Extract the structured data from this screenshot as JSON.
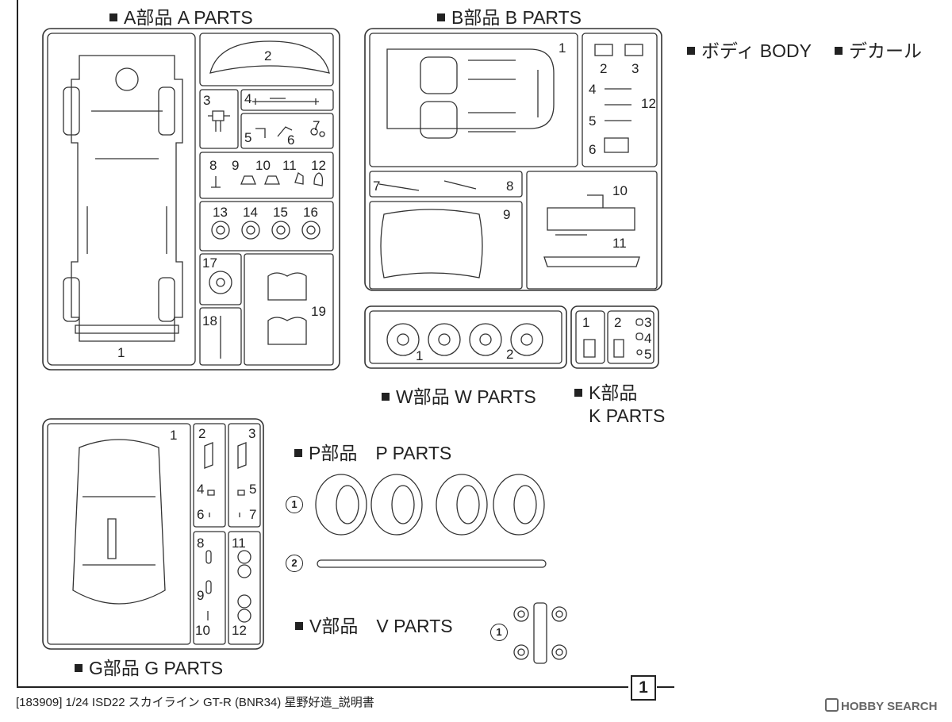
{
  "headers": {
    "a": "A部品 A PARTS",
    "b": "B部品 B PARTS",
    "body": "ボディ BODY",
    "decal": "デカール",
    "w": "W部品 W PARTS",
    "k_line1": "K部品",
    "k_line2": "K PARTS",
    "p": "P部品　P PARTS",
    "v": "V部品　V PARTS",
    "g": "G部品 G PARTS"
  },
  "footer": {
    "caption": "[183909] 1/24 ISD22 スカイライン GT-R (BNR34) 星野好造_説明書",
    "page_number": "1",
    "watermark": "HOBBY SEARCH"
  },
  "part_numbers": {
    "a": [
      "1",
      "2",
      "3",
      "4",
      "5",
      "6",
      "7",
      "8",
      "9",
      "10",
      "11",
      "12",
      "13",
      "14",
      "15",
      "16",
      "17",
      "18",
      "19"
    ],
    "b": [
      "1",
      "2",
      "3",
      "4",
      "12",
      "5",
      "6",
      "7",
      "8",
      "9",
      "10",
      "11"
    ],
    "w": [
      "1",
      "2"
    ],
    "k": [
      "1",
      "2",
      "3",
      "4",
      "5"
    ],
    "g": [
      "1",
      "2",
      "3",
      "4",
      "5",
      "6",
      "7",
      "8",
      "9",
      "10",
      "11",
      "12"
    ],
    "p": [
      "1",
      "2"
    ],
    "v": [
      "1"
    ]
  }
}
